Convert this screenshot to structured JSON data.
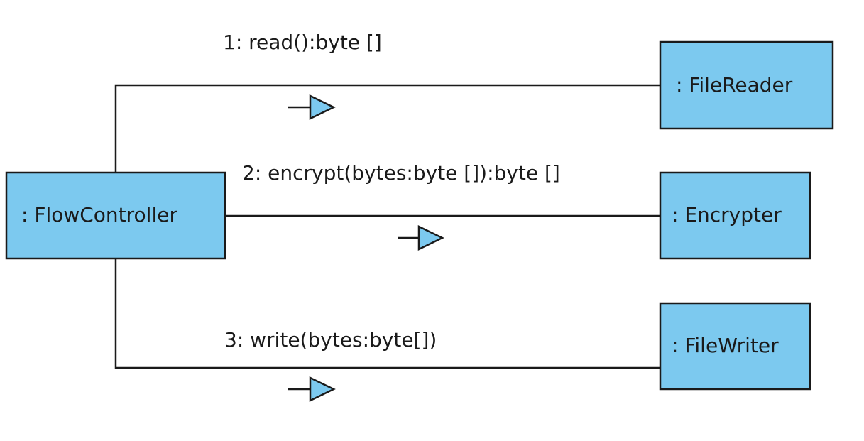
{
  "diagram": {
    "type": "uml-communication-diagram",
    "colors": {
      "object_fill": "#7cc9ef",
      "line": "#1a1a1a"
    },
    "objects": {
      "controller": {
        "label": ": FlowController"
      },
      "reader": {
        "label": ": FileReader"
      },
      "encrypter": {
        "label": ": Encrypter"
      },
      "writer": {
        "label": ": FileWriter"
      }
    },
    "messages": [
      {
        "label": "1: read():byte []",
        "from": "controller",
        "to": "reader"
      },
      {
        "label": "2: encrypt(bytes:byte []):byte []",
        "from": "controller",
        "to": "encrypter"
      },
      {
        "label": "3: write(bytes:byte[])",
        "from": "controller",
        "to": "writer"
      }
    ]
  }
}
